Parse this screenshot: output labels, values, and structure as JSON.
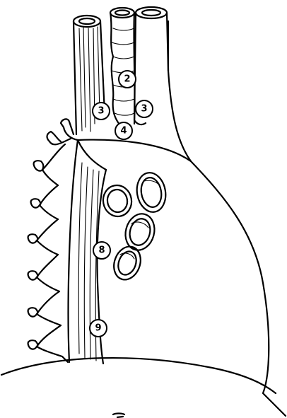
{
  "figure": {
    "callouts": [
      {
        "id": "c2",
        "text": "2"
      },
      {
        "id": "c3a",
        "text": "3"
      },
      {
        "id": "c3b",
        "text": "3"
      },
      {
        "id": "c4",
        "text": "4"
      },
      {
        "id": "c8",
        "text": "8"
      },
      {
        "id": "c9",
        "text": "9"
      }
    ]
  }
}
